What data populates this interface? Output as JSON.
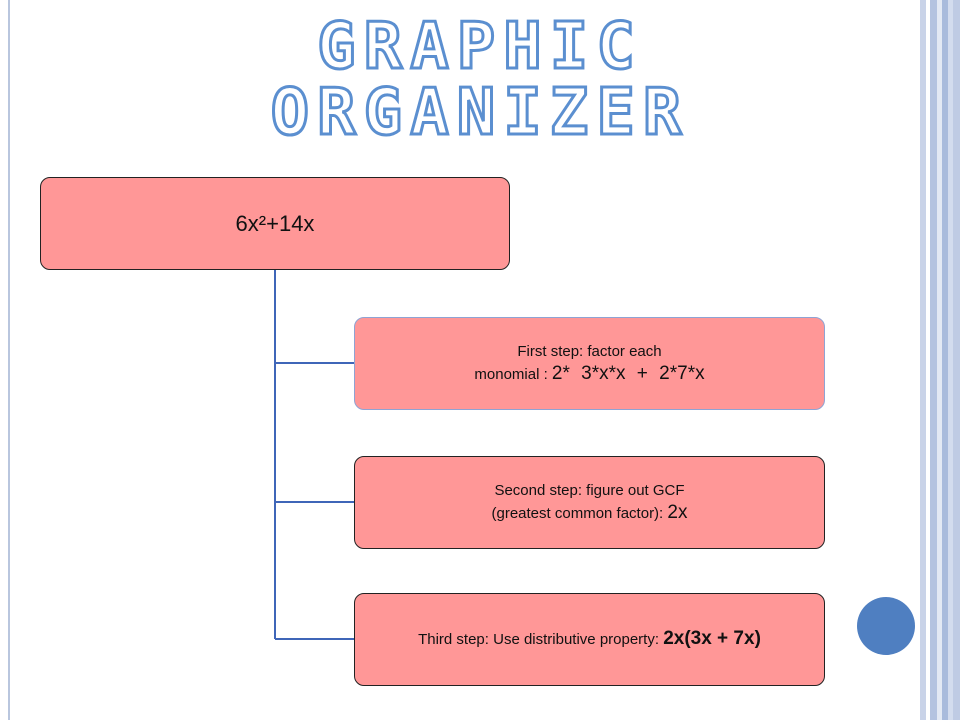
{
  "slide": {
    "title_line1": "GRAPHIC",
    "title_line2": "ORGANIZER"
  },
  "colors": {
    "box_fill": "#ff9797",
    "box_border": "#222222",
    "title_stroke": "#5b8fd0",
    "connector": "#3f66b8",
    "accent_dot": "#4f7fc1",
    "side_bars": [
      "#ffffff",
      "#c9d3e8",
      "#ffffff",
      "#b4c3e0",
      "#e3e9f4",
      "#a9bbdc",
      "#d3dcee",
      "#bfcbe4"
    ]
  },
  "diagram": {
    "root": {
      "label": "6x²+14x"
    },
    "steps": [
      {
        "line1": "First step: factor each",
        "line2_label": "monomial :",
        "line2_value": "2* 3*x*x + 2*7*x"
      },
      {
        "line1": "Second step: figure out GCF",
        "line2_label": "(greatest common factor):",
        "line2_value": "2x"
      },
      {
        "line1_label": "Third step: Use distributive property:",
        "line1_value": "2x(3x + 7x)"
      }
    ]
  }
}
